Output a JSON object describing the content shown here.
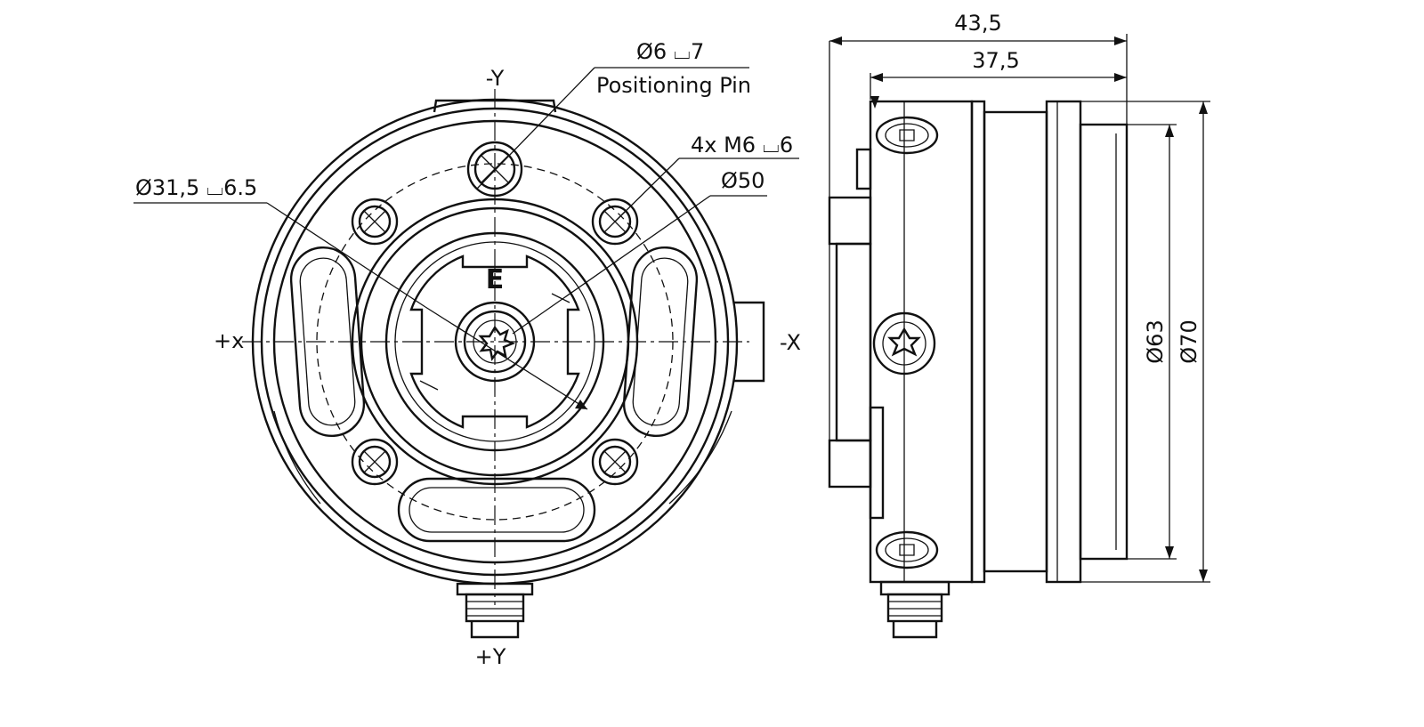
{
  "front_view": {
    "axis_neg_y": "-Y",
    "axis_pos_y": "+Y",
    "axis_pos_x": "+x",
    "axis_neg_x": "-X",
    "marking": "E"
  },
  "callouts": {
    "pin_dim": "Ø6 ⌴7",
    "pin_label": "Positioning Pin",
    "holes": "4x M6 ⌴6",
    "outer_dia": "Ø50",
    "bore": "Ø31,5 ⌴6.5"
  },
  "side_view": {
    "overall_length": "43,5",
    "body_length": "37,5",
    "dia_63": "Ø63",
    "dia_70": "Ø70"
  }
}
